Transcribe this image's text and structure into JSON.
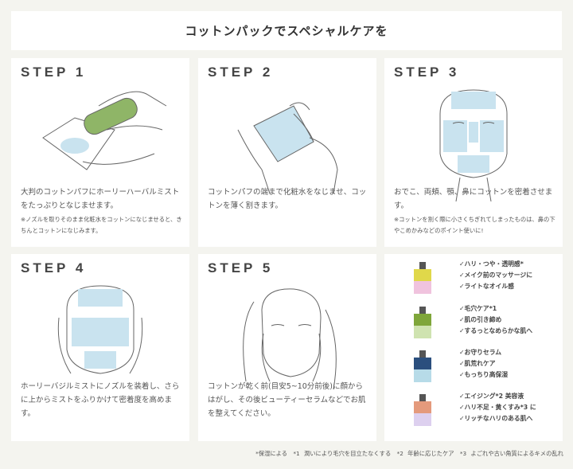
{
  "title": "コットンパックでスペシャルケアを",
  "steps": [
    {
      "label": "STEP 1",
      "text": "大判のコットンパフにホーリーハーバルミストをたっぷりとなじませます。",
      "note": "※ノズルを取りそのまま化粧水をコットンになじませると、きちんとコットンになじみます。"
    },
    {
      "label": "STEP 2",
      "text": "コットンパフの端まで化粧水をなじませ、コットンを薄く割きます。"
    },
    {
      "label": "STEP 3",
      "text": "おでこ、両頬、顎、鼻にコットンを密着させます。",
      "note": "※コットンを割く際に小さくちぎれてしまったものは、鼻の下やこめかみなどのポイント使いに!"
    },
    {
      "label": "STEP 4",
      "text": "ホーリーバジルミストにノズルを装着し、さらに上からミストをふりかけて密着度を高めます。"
    },
    {
      "label": "STEP 5",
      "text": "コットンが乾く前(目安5~10分前後)に顔からはがし、その後ビューティーセラムなどでお肌を整えてください。"
    }
  ],
  "products": [
    {
      "top": "#e0d84a",
      "bottom": "#f0c3de",
      "features": [
        "✓ハリ・つや・透明感*",
        "✓メイク前のマッサージに",
        "✓ライトなオイル感"
      ]
    },
    {
      "top": "#7fa63a",
      "bottom": "#cfe3b0",
      "features": [
        "✓毛穴ケア*1",
        "✓肌の引き締め",
        "✓するっとなめらかな肌へ"
      ]
    },
    {
      "top": "#2b4f7e",
      "bottom": "#b7dbe8",
      "features": [
        "✓お守りセラム",
        "✓肌荒れケア",
        "✓もっちり高保湿"
      ]
    },
    {
      "top": "#e49a7c",
      "bottom": "#ddd0ef",
      "features": [
        "✓エイジング*2 美容液",
        "✓ハリ不足・黄くすみ*3 に",
        "✓リッチなハリのある肌へ"
      ]
    }
  ],
  "footer": "*保湿による　*1 潤いにより毛穴を目立たなくする　*2 年齢に応じたケア　*3 よごれや古い角質によるキメの乱れ",
  "colors": {
    "background": "#f4f4ef",
    "cotton": "#c9e3ef",
    "line": "#555555"
  }
}
